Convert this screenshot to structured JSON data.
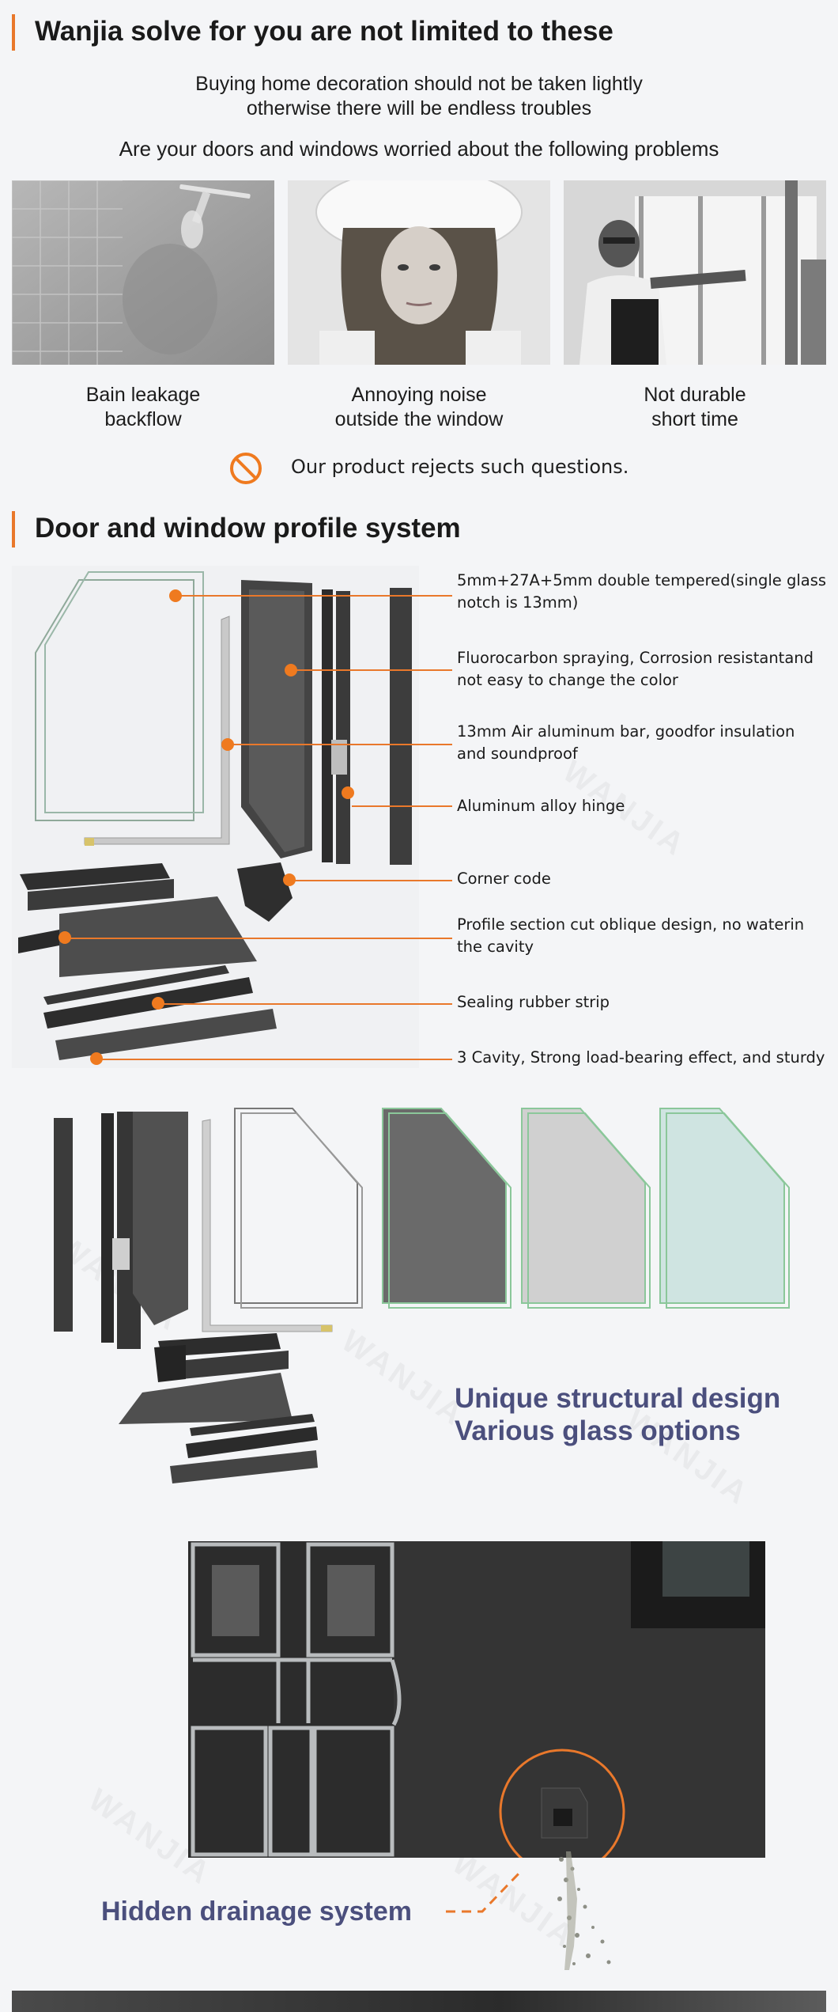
{
  "section1": {
    "title": "Wanjia solve for you are not limited to these",
    "subtitle_line1": "Buying home decoration should not be taken lightly",
    "subtitle_line2": "otherwise there will be endless troubles",
    "question": "Are your doors and windows worried about the following problems",
    "problems": [
      {
        "line1": "Bain leakage",
        "line2": "backflow"
      },
      {
        "line1": "Annoying noise",
        "line2": "outside the window"
      },
      {
        "line1": "Not durable",
        "line2": "short time"
      }
    ],
    "reject_text": "Our product rejects such questions."
  },
  "section2": {
    "title": "Door and window profile system",
    "callouts": [
      {
        "line1": "5mm+27A+5mm double tempered(single glass",
        "line2": "notch is 13mm)"
      },
      {
        "line1": "Fluorocarbon spraying, Corrosion resistantand",
        "line2": "not easy to change the color"
      },
      {
        "line1": "13mm Air aluminum bar, goodfor insulation",
        "line2": "and soundproof"
      },
      {
        "line1": "Aluminum alloy hinge",
        "line2": ""
      },
      {
        "line1": "Corner code",
        "line2": ""
      },
      {
        "line1": "Profile section cut oblique design, no waterin",
        "line2": "the cavity"
      },
      {
        "line1": "Sealing rubber strip",
        "line2": ""
      },
      {
        "line1": "3 Cavity, Strong load-bearing effect, and sturdy",
        "line2": ""
      }
    ]
  },
  "section3": {
    "line1": "Unique structural design",
    "line2": "Various glass options"
  },
  "section4": {
    "label": "Hidden drainage system"
  },
  "watermark": "WANJIA",
  "colors": {
    "accent": "#e9782b",
    "purple": "#4b4f7d",
    "background": "#f4f5f7"
  }
}
